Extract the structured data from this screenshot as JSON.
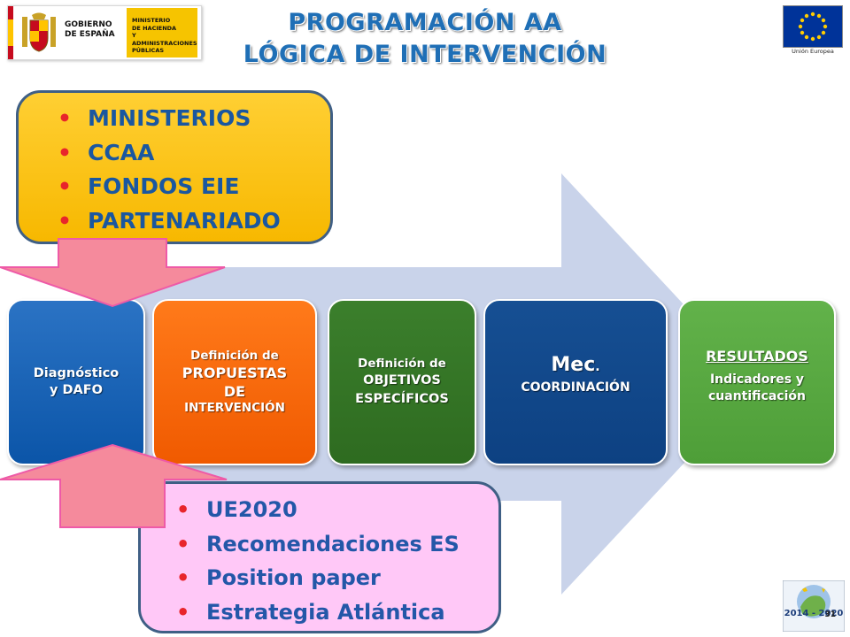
{
  "header": {
    "gov_name_lines": [
      "GOBIERNO",
      "DE ESPAÑA"
    ],
    "ministry_lines": [
      "MINISTERIO",
      "DE HACIENDA",
      "Y ADMINISTRACIONES",
      "PÚBLICAS"
    ],
    "eu_label": "Unión Europea"
  },
  "title": {
    "line1": "PROGRAMACIÓN AA",
    "line2": "LÓGICA DE INTERVENCIÓN"
  },
  "top_box": {
    "items": [
      "MINISTERIOS",
      "CCAA",
      "FONDOS EIE",
      "PARTENARIADO"
    ]
  },
  "flow": {
    "diagnostico": {
      "line1": "Diagnóstico",
      "line2": "y DAFO"
    },
    "propuestas": {
      "line1": "Definición de",
      "line2": "PROPUESTAS",
      "line3": "DE",
      "line4": "INTERVENCIÓN"
    },
    "objetivos": {
      "line1": "Definición de",
      "line2": "OBJETIVOS",
      "line3": "ESPECÍFICOS"
    },
    "mecanismos": {
      "main": "Mec",
      "suffix": ".",
      "line2": "COORDINACIÓN"
    },
    "resultados": {
      "line1": "RESULTADOS",
      "line2": "Indicadores y",
      "line3": "cuantificación"
    }
  },
  "bottom_box": {
    "items": [
      "UE2020",
      "Recomendaciones ES",
      "Position paper",
      "Estrategia Atlántica"
    ]
  },
  "badge": {
    "years": "2014 - 2020"
  },
  "slide_number": "31",
  "colors": {
    "title": "#1f6fb6",
    "arrow": "#c9d3ea",
    "bullet": "#e8252b",
    "top_box": "#f7b800",
    "bottom_box": "#ffc8f7",
    "pink_arrows": "#f58a9c"
  }
}
